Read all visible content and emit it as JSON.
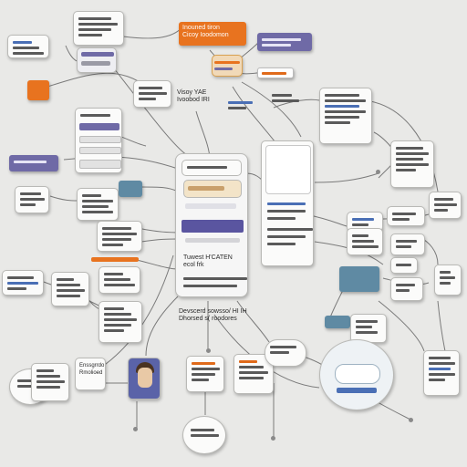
{
  "diagram": {
    "colors": {
      "background": "#e9e9e7",
      "wire": "#7a7a7a",
      "node_fill": "#fbfbfa",
      "orange": "#e8731f",
      "purple": "#6f6aa6",
      "teal": "#5f8aa3",
      "blue_text": "#4a6fb5",
      "avatar_bg": "#5a63a8",
      "skin": "#e9c9a6"
    },
    "center_caption": {
      "line1": "Devscerd sowsso/ HI IH",
      "line2": "Dhorsed s( roodores"
    },
    "center_panel_text": {
      "line1": "Tuwest H'CATEN",
      "line2": "ecol frk"
    },
    "top_orange_tag": {
      "line1": "Inouned tiron",
      "line2": "Cicoy Ioodomon"
    },
    "mid_label": {
      "line1": "Visoy YAE",
      "line2": "Ivoobod IRI"
    },
    "bottom_card": {
      "line1": "Enssgrrdo",
      "line2": "Rmolioed"
    }
  }
}
